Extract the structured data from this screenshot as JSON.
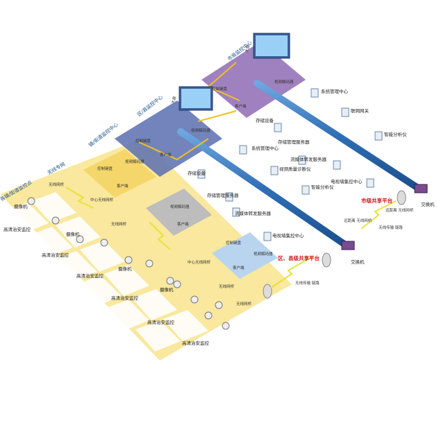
{
  "centers": {
    "city": {
      "title": "市局监控中心",
      "tv_wall": "大屏",
      "decoder": "视频解码器",
      "client": "客户端",
      "ctrl_kb": "控制键盘"
    },
    "district": {
      "title": "区/县监控中心",
      "tv_wall": "大屏",
      "decoder": "视频解码器",
      "client": "客户端",
      "ctrl_kb": "控制键盘"
    },
    "town": {
      "title": "镇/街道监控中心",
      "decoder": "视频解码器",
      "client": "客户端",
      "ctrl_kb": "控制键盘"
    },
    "wireless": {
      "title": "无线专网"
    },
    "village": {
      "title": "各镇/街道监控点"
    }
  },
  "grey_box": {
    "decoder": "视频解码器",
    "client": "客户端"
  },
  "lower_box": {
    "ctrl_kb": "控制键盘",
    "client": "客户端",
    "decoder": "视频解码器"
  },
  "servers": [
    {
      "label": "系统管理中心"
    },
    {
      "label": "联网网关"
    },
    {
      "label": "存储设备"
    },
    {
      "label": "智能分析仪"
    },
    {
      "label": "系统管理中心"
    },
    {
      "label": "存储管理服务器"
    },
    {
      "label": "流媒体转发服务器"
    },
    {
      "label": "视频质量诊断仪"
    },
    {
      "label": "电视墙集控中心"
    },
    {
      "label": "存储设备"
    },
    {
      "label": "智能分析仪"
    },
    {
      "label": "存储管理服务器"
    },
    {
      "label": "流媒体转发服务器"
    },
    {
      "label": "电视墙集控中心"
    }
  ],
  "platforms": {
    "city": "市级共享平台",
    "district": "区、县级共享平台"
  },
  "switches": {
    "city": "交换机",
    "district": "交换机"
  },
  "wireless_bridges": {
    "remote1": "远距离\n无线网桥",
    "remote2": "远距离\n无线网桥",
    "link1": "无线传输\n链路",
    "link2": "无线传输\n链路",
    "center_bridge1": "中心无线网桥",
    "center_bridge2": "中心无线网桥",
    "wb1": "无线网桥",
    "wb2": "无线网桥",
    "wb3": "无线网桥",
    "wb4": "无线网桥"
  },
  "cameras": {
    "label": "摄像机",
    "rows": [
      "高清治安监控",
      "高清治安监控",
      "高清治安监控",
      "高清治安监控",
      "高清治安监控",
      "高清治安监控"
    ]
  },
  "colors": {
    "purple": "#8e6bb5",
    "navy": "#5a6fb0",
    "yellow": "#f5d66a",
    "grey": "#b8b8b8",
    "lightblue": "#b8d4ee",
    "tube": "#3a7cc4",
    "red": "#d0171b"
  }
}
